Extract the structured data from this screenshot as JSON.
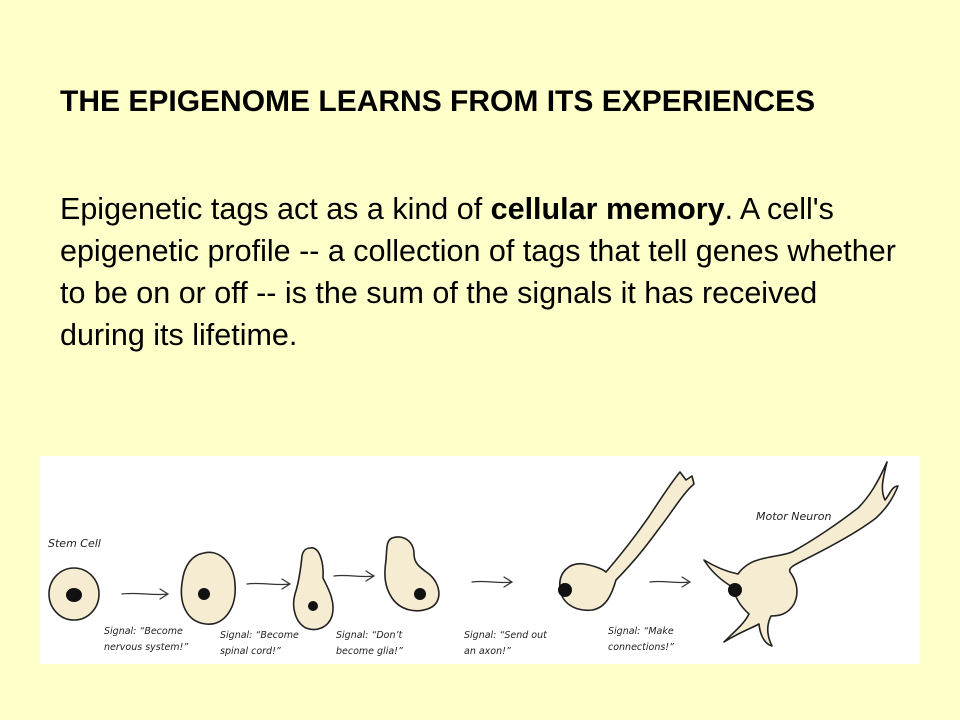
{
  "title": "THE EPIGENOME LEARNS FROM ITS EXPERIENCES",
  "body": {
    "part1": "Epigenetic tags act as a kind of ",
    "bold": "cellular memory",
    "part2": ". A cell's epigenetic profile -- a collection of tags that tell genes whether to be on or off -- is the sum of the signals it has received during its lifetime."
  },
  "figure": {
    "stem_cell_label": "Stem Cell",
    "motor_neuron_label": "Motor Neuron",
    "signals": [
      {
        "line1": "Signal: “Become",
        "line2": "nervous system!”"
      },
      {
        "line1": "Signal: “Become",
        "line2": "spinal cord!”"
      },
      {
        "line1": "Signal: “Don’t",
        "line2": "become glia!”"
      },
      {
        "line1": "Signal: “Send out",
        "line2": "an axon!”"
      },
      {
        "line1": "Signal: “Make",
        "line2": "connections!”"
      }
    ],
    "colors": {
      "cell_fill": "#f6ecd2",
      "outline": "#222222"
    }
  }
}
